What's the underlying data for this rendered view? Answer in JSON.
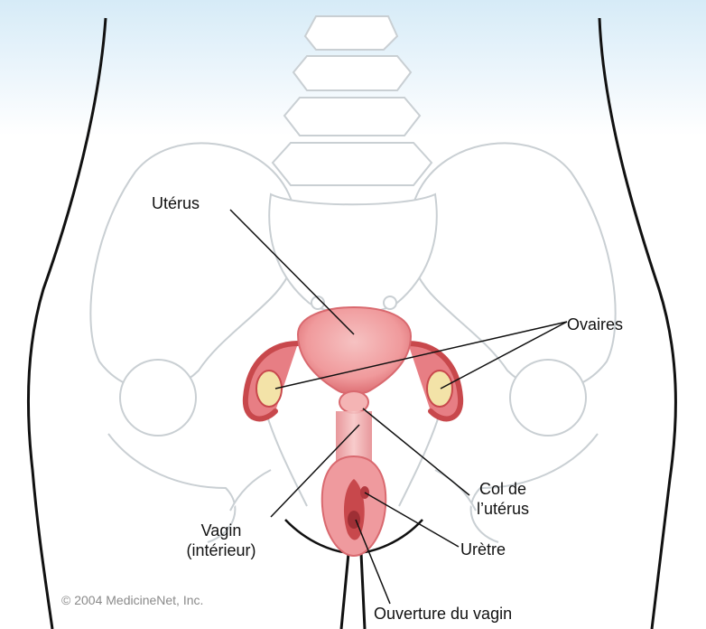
{
  "labels": {
    "uterus": "Utérus",
    "ovaries": "Ovaires",
    "cervix_line1": "Col de",
    "cervix_line2": "l’utérus",
    "vagina_line1": "Vagin",
    "vagina_line2": "(intérieur)",
    "urethra": "Urètre",
    "vaginal_opening": "Ouverture du vagin"
  },
  "copyright": "© 2004 MedicineNet, Inc.",
  "colors": {
    "background_top": "#d6ebf7",
    "skeleton_outline": "#c9cfd3",
    "body_outline": "#111111",
    "organ_fill": "#f2a5a5",
    "organ_dark": "#c8484c",
    "ovary_fill": "#f3e3a8",
    "leader_line": "#111111"
  }
}
